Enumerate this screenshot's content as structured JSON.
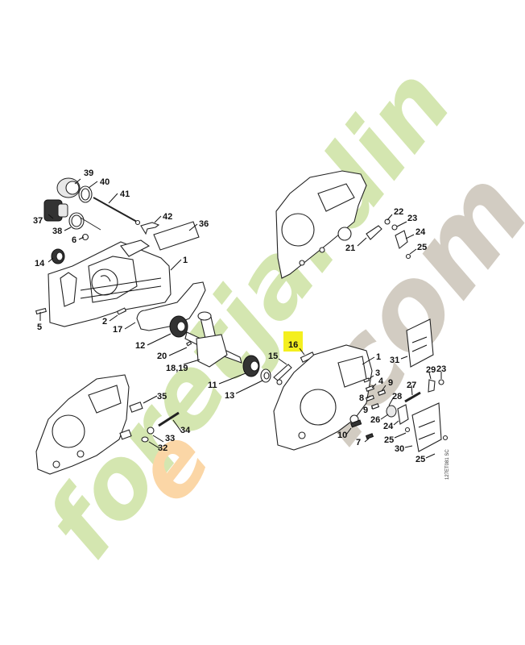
{
  "diagram": {
    "title": "Crankcase exploded parts diagram",
    "highlight": {
      "part": "16",
      "color": "#f4ef1f"
    },
    "drawing_code": "127ET081 SC",
    "watermark": {
      "text_green": "foretjardin",
      "text_orange": "e",
      "text_grey": ".com",
      "colors": {
        "green": "#d4e6b0",
        "orange": "#fbd6a6",
        "grey": "#d2ccc2"
      }
    },
    "labels": [
      {
        "id": "39",
        "text": "39"
      },
      {
        "id": "40",
        "text": "40"
      },
      {
        "id": "41",
        "text": "41"
      },
      {
        "id": "37",
        "text": "37"
      },
      {
        "id": "42",
        "text": "42"
      },
      {
        "id": "36",
        "text": "36"
      },
      {
        "id": "38",
        "text": "38"
      },
      {
        "id": "6",
        "text": "6"
      },
      {
        "id": "14",
        "text": "14"
      },
      {
        "id": "1a",
        "text": "1"
      },
      {
        "id": "5",
        "text": "5"
      },
      {
        "id": "2",
        "text": "2"
      },
      {
        "id": "17",
        "text": "17"
      },
      {
        "id": "12",
        "text": "12"
      },
      {
        "id": "20",
        "text": "20"
      },
      {
        "id": "18_19",
        "text": "18,19"
      },
      {
        "id": "11",
        "text": "11"
      },
      {
        "id": "13",
        "text": "13"
      },
      {
        "id": "15",
        "text": "15"
      },
      {
        "id": "16",
        "text": "16"
      },
      {
        "id": "22",
        "text": "22"
      },
      {
        "id": "23a",
        "text": "23"
      },
      {
        "id": "24a",
        "text": "24"
      },
      {
        "id": "25a",
        "text": "25"
      },
      {
        "id": "21",
        "text": "21"
      },
      {
        "id": "1b",
        "text": "1"
      },
      {
        "id": "31",
        "text": "31"
      },
      {
        "id": "29",
        "text": "29"
      },
      {
        "id": "23b",
        "text": "23"
      },
      {
        "id": "3",
        "text": "3"
      },
      {
        "id": "4",
        "text": "4"
      },
      {
        "id": "9a",
        "text": "9"
      },
      {
        "id": "27",
        "text": "27"
      },
      {
        "id": "8",
        "text": "8"
      },
      {
        "id": "28",
        "text": "28"
      },
      {
        "id": "9b",
        "text": "9"
      },
      {
        "id": "26",
        "text": "26"
      },
      {
        "id": "24b",
        "text": "24"
      },
      {
        "id": "10",
        "text": "10"
      },
      {
        "id": "25b",
        "text": "25"
      },
      {
        "id": "7",
        "text": "7"
      },
      {
        "id": "30",
        "text": "30"
      },
      {
        "id": "25c",
        "text": "25"
      },
      {
        "id": "35",
        "text": "35"
      },
      {
        "id": "34",
        "text": "34"
      },
      {
        "id": "33",
        "text": "33"
      },
      {
        "id": "32",
        "text": "32"
      }
    ]
  }
}
